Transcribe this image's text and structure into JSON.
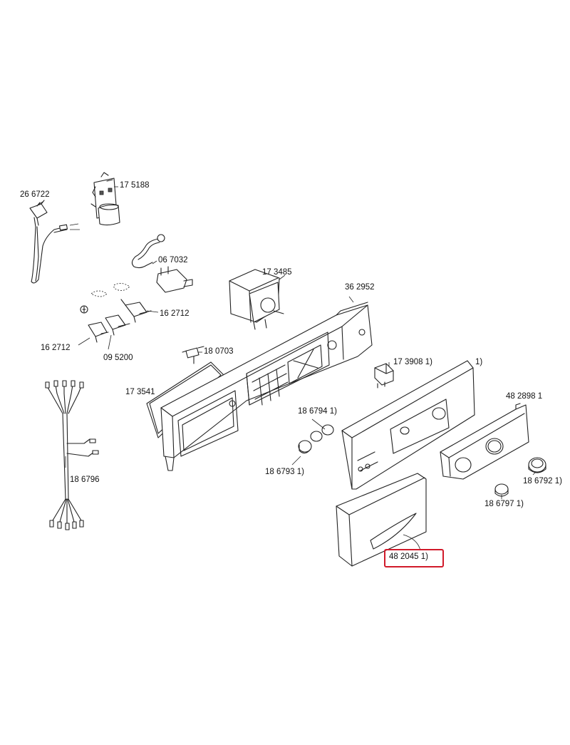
{
  "parts": [
    {
      "id": "plug",
      "label": "26 6722"
    },
    {
      "id": "interference-filter",
      "label": "17 5188"
    },
    {
      "id": "thermostat",
      "label": "06 7032"
    },
    {
      "id": "motor-timer",
      "label": "17 3485"
    },
    {
      "id": "control-housing",
      "label": "36 2952"
    },
    {
      "id": "switch-right",
      "label": "16 2712"
    },
    {
      "id": "switch-left",
      "label": "16 2712"
    },
    {
      "id": "switch-middle",
      "label": "09 5200"
    },
    {
      "id": "pressure-sensor",
      "label": "18 0703"
    },
    {
      "id": "gasket",
      "label": "17 3541"
    },
    {
      "id": "lamp",
      "label": "17 3908 1)"
    },
    {
      "id": "fascia-note",
      "label": "1)"
    },
    {
      "id": "fascia-panel",
      "label": "48 2898 1"
    },
    {
      "id": "knob-small-pair",
      "label": "18 6794 1)"
    },
    {
      "id": "knob-single",
      "label": "18 6793 1)"
    },
    {
      "id": "wiring-harness",
      "label": "18 6796"
    },
    {
      "id": "knob-right",
      "label": "18 6792 1)"
    },
    {
      "id": "knob-lower",
      "label": "18 6797 1)"
    },
    {
      "id": "detergent-drawer",
      "label": "48 2045 1)",
      "highlighted": true
    }
  ],
  "highlight_color": "#d11a2a"
}
